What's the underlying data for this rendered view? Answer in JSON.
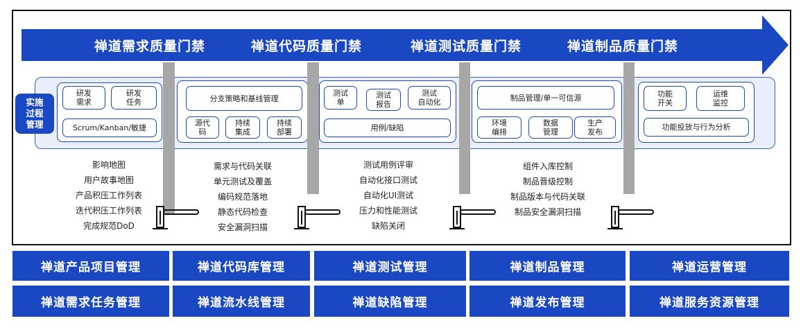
{
  "colors": {
    "primary": "#1a48c2",
    "band_bg": "#e8eefb",
    "pole": "#a7a7a7"
  },
  "gates": [
    "禅道需求质量门禁",
    "禅道代码质量门禁",
    "禅道测试质量门禁",
    "禅道制品质量门禁"
  ],
  "implementation_label": "实施\n过程\n管理",
  "stages": [
    {
      "boxes": [
        "研发\n需求",
        "研发\n任务",
        "Scrum/Kanban/敏捷"
      ],
      "items": [
        "影响地图",
        "用户故事地图",
        "产品积压工作列表",
        "迭代积压工作列表",
        "完成规范DoD"
      ]
    },
    {
      "boxes": [
        "分支策略和基线管理",
        "源代\n码",
        "持续\n集成",
        "持续\n部署"
      ],
      "items": [
        "需求与代码关联",
        "单元测试及覆盖",
        "编码规范落地",
        "静态代码检查",
        "安全漏洞扫描"
      ]
    },
    {
      "boxes": [
        "测试\n单",
        "测试\n报告",
        "测试\n自动化",
        "用例/缺陷"
      ],
      "items": [
        "测试用例评审",
        "自动化接口测试",
        "自动化UI测试",
        "压力和性能测试",
        "缺陷关闭"
      ]
    },
    {
      "boxes": [
        "制品管理/单一可信源",
        "环境\n编排",
        "数据\n管理",
        "生产\n发布"
      ],
      "items": [
        "组件入库控制",
        "制品晋级控制",
        "制品版本与代码关联",
        "制品安全漏洞扫描"
      ]
    },
    {
      "boxes": [
        "功能\n开关",
        "运维\n监控",
        "功能投放与行为分析"
      ],
      "items": []
    }
  ],
  "bottom_rows": [
    [
      "禅道产品项目管理",
      "禅道代码库管理",
      "禅道测试管理",
      "禅道制品管理",
      "禅道运营管理"
    ],
    [
      "禅道需求任务管理",
      "禅道流水线管理",
      "禅道缺陷管理",
      "禅道发布管理",
      "禅道服务资源管理"
    ]
  ]
}
